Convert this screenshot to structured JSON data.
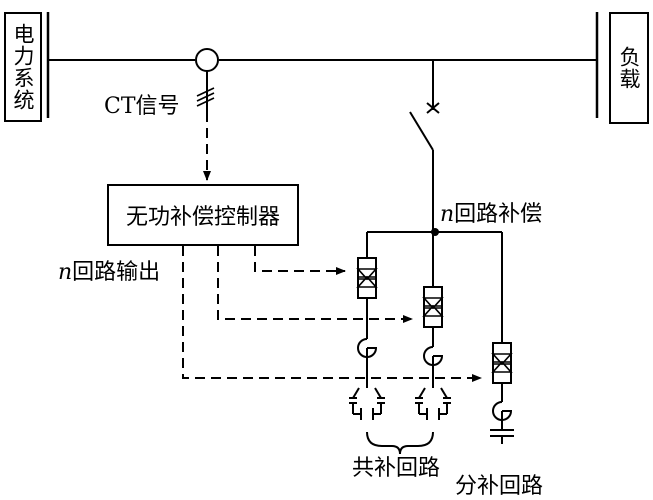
{
  "labels": {
    "power_system": "电力系统",
    "load": "负载",
    "ct_signal": "CT信号",
    "controller": "无功补偿控制器",
    "n_compensation_prefix": "n",
    "n_compensation_suffix": "回路补偿",
    "n_output_prefix": "n",
    "n_output_suffix": "回路输出",
    "common_compensation": "共补回路",
    "split_compensation": "分补回路"
  }
}
